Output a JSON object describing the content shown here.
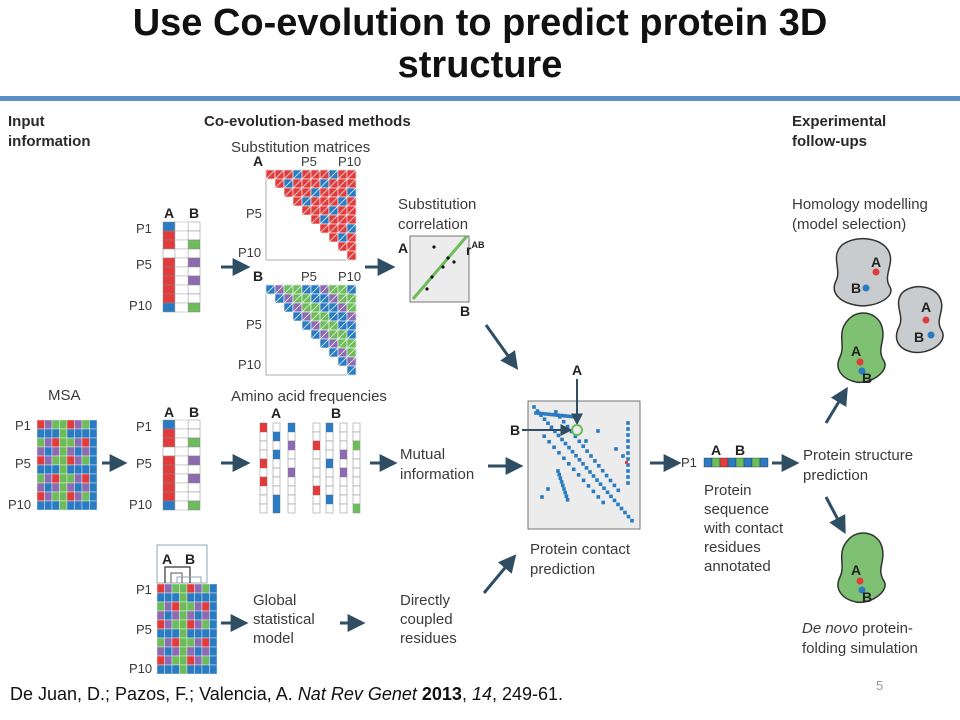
{
  "slide": {
    "title_line1": "Use Co-evolution to predict protein 3D",
    "title_line2": "structure",
    "page_number": "5",
    "citation": {
      "authors": "De Juan, D.; Pazos, F.; Valencia, A. ",
      "journal": "Nat Rev Genet",
      "year": "2013",
      "volume": "14",
      "pages": "249-61."
    }
  },
  "figure": {
    "col_input_1": "Input",
    "col_input_2": "information",
    "col_methods": "Co-evolution-based methods",
    "col_followups_1": "Experimental",
    "col_followups_2": "follow-ups",
    "substitution_matrices": "Substitution matrices",
    "substitution_correlation_1": "Substitution",
    "substitution_correlation_2": "correlation",
    "r_ab": "r",
    "r_ab_sup": "AB",
    "msa": "MSA",
    "amino_acid_frequencies": "Amino acid frequencies",
    "mutual_information_1": "Mutual",
    "mutual_information_2": "information",
    "global_model_1": "Global",
    "global_model_2": "statistical",
    "global_model_3": "model",
    "directly_coupled_1": "Directly",
    "directly_coupled_2": "coupled",
    "directly_coupled_3": "residues",
    "contact_prediction_1": "Protein contact",
    "contact_prediction_2": "prediction",
    "protein_sequence_1": "Protein",
    "protein_sequence_2": "sequence",
    "protein_sequence_3": "with contact",
    "protein_sequence_4": "residues",
    "protein_sequence_5": "annotated",
    "structure_prediction_1": "Protein structure",
    "structure_prediction_2": "prediction",
    "homology_1": "Homology modelling",
    "homology_2": "(model selection)",
    "denovo_1a": "De novo",
    "denovo_1b": " protein-",
    "denovo_2": "folding simulation",
    "pos_p1": "P1",
    "pos_p5": "P5",
    "pos_p10": "P10",
    "res_a": "A",
    "res_b": "B"
  },
  "colors": {
    "red": "#e23b3b",
    "blue": "#2a7bc2",
    "green": "#6dbb5a",
    "purple": "#8c6bb1",
    "grey_shape": "#c9ccce",
    "green_shape": "#7ec173",
    "accent_rule": "#5b8fc6",
    "arrow": "#2f4d63"
  }
}
